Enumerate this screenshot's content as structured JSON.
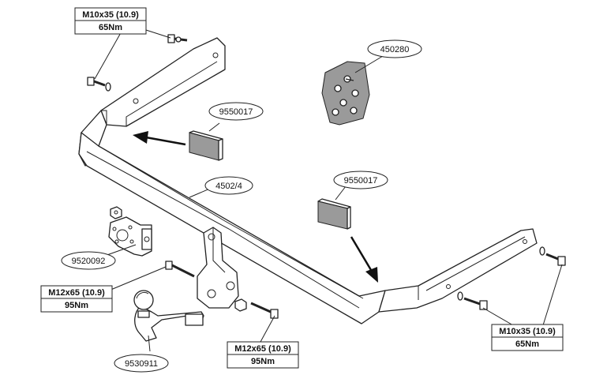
{
  "labels": {
    "bolt_top": {
      "spec": "M10x35 (10.9)",
      "torque": "65Nm"
    },
    "bolt_right": {
      "spec": "M10x35 (10.9)",
      "torque": "65Nm"
    },
    "bolt_left_bottom": {
      "spec": "M12x65 (10.9)",
      "torque": "95Nm"
    },
    "bolt_center_bottom": {
      "spec": "M12x65 (10.9)",
      "torque": "95Nm"
    },
    "part_bolt_kit": "450280",
    "part_spacer_left": "9550017",
    "part_spacer_right": "9550017",
    "part_crossbar": "4502/4",
    "part_socket_plate": "9520092",
    "part_towball": "9530911"
  }
}
